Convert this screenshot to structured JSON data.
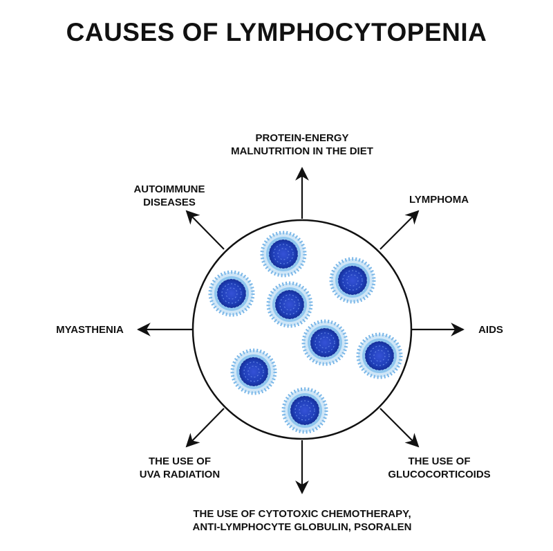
{
  "title": "CAUSES OF LYMPHOCYTOPENIA",
  "causes": {
    "top": [
      "PROTEIN-ENERGY",
      "MALNUTRITION IN THE DIET"
    ],
    "top_left": [
      "AUTOIMMUNE",
      "DISEASES"
    ],
    "top_right": [
      "LYMPHOMA"
    ],
    "left": [
      "MYASTHENIA"
    ],
    "right": [
      "AIDS"
    ],
    "bottom_left": [
      "THE USE OF",
      "UVA RADIATION"
    ],
    "bottom_right": [
      "THE USE OF",
      "GLUCOCORTICOIDS"
    ],
    "bottom": [
      "THE USE OF CYTOTOXIC CHEMOTHERAPY,",
      "ANTI-LYMPHOCYTE GLOBULIN, PSORALEN"
    ]
  },
  "colors": {
    "cell_core": "#1f3fb8",
    "cell_membrane": "#8fc6ee",
    "arrow": "#111111"
  },
  "icons": [
    "lymphocyte-cell-icon",
    "arrow-icon"
  ]
}
